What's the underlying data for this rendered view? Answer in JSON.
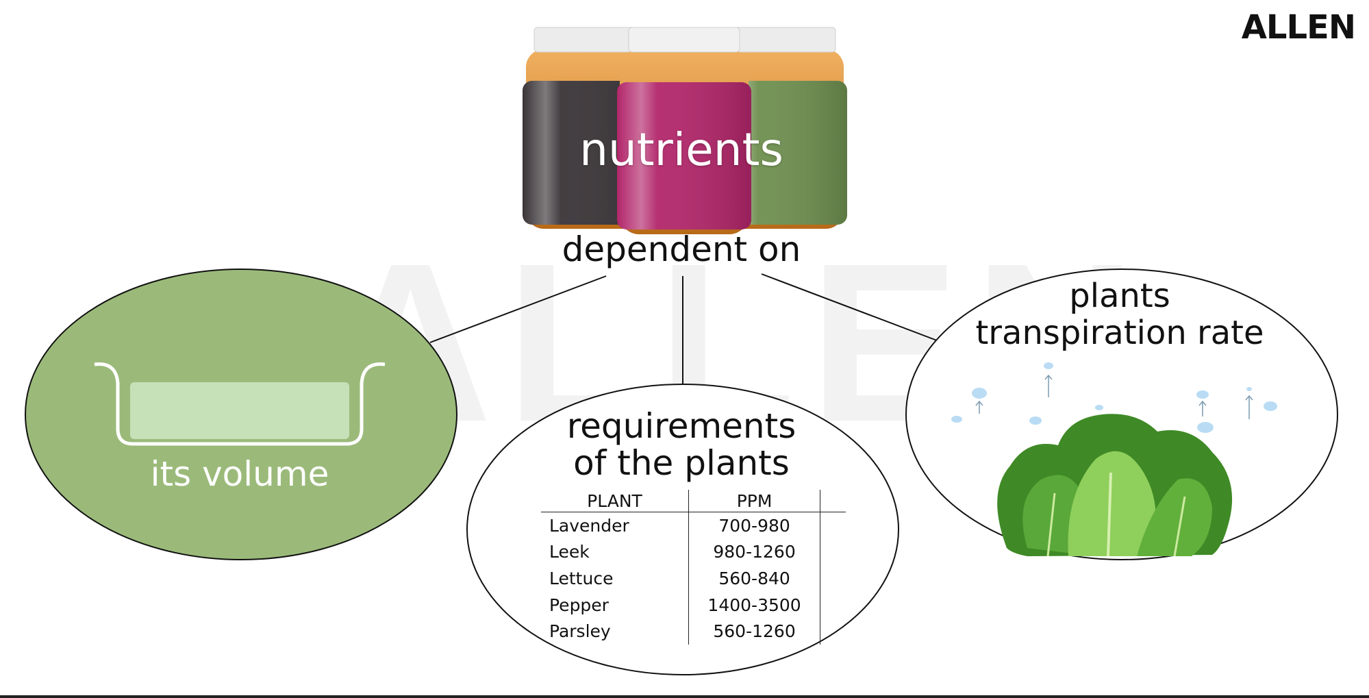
{
  "brand": {
    "logo_text": "ALLEN",
    "watermark_text": "ALLEN"
  },
  "central_node": {
    "label": "nutrients",
    "connector_label": "dependent on"
  },
  "branches": {
    "volume": {
      "label": "its volume"
    },
    "requirements": {
      "title_line1": "requirements",
      "title_line2": "of the plants",
      "table": {
        "headers": [
          "PLANT",
          "PPM"
        ],
        "rows": [
          {
            "plant": "Lavender",
            "ppm": "700-980"
          },
          {
            "plant": "Leek",
            "ppm": "980-1260"
          },
          {
            "plant": "Lettuce",
            "ppm": "560-840"
          },
          {
            "plant": "Pepper",
            "ppm": "1400-3500"
          },
          {
            "plant": "Parsley",
            "ppm": "560-1260"
          }
        ]
      }
    },
    "transpiration": {
      "title_line1": "plants",
      "title_line2": "transpiration rate"
    }
  },
  "colors": {
    "volume_fill": "#9bba7a",
    "jar_dark": "#3a3437",
    "jar_magenta": "#b2266a",
    "jar_green": "#6e8f4f",
    "lettuce_green": "#4f9a30",
    "droplet_blue": "#b9dcf4"
  },
  "icons": [
    "jar-icon",
    "tray-icon",
    "lettuce-icon",
    "droplet-icon",
    "arrow-up-icon"
  ]
}
